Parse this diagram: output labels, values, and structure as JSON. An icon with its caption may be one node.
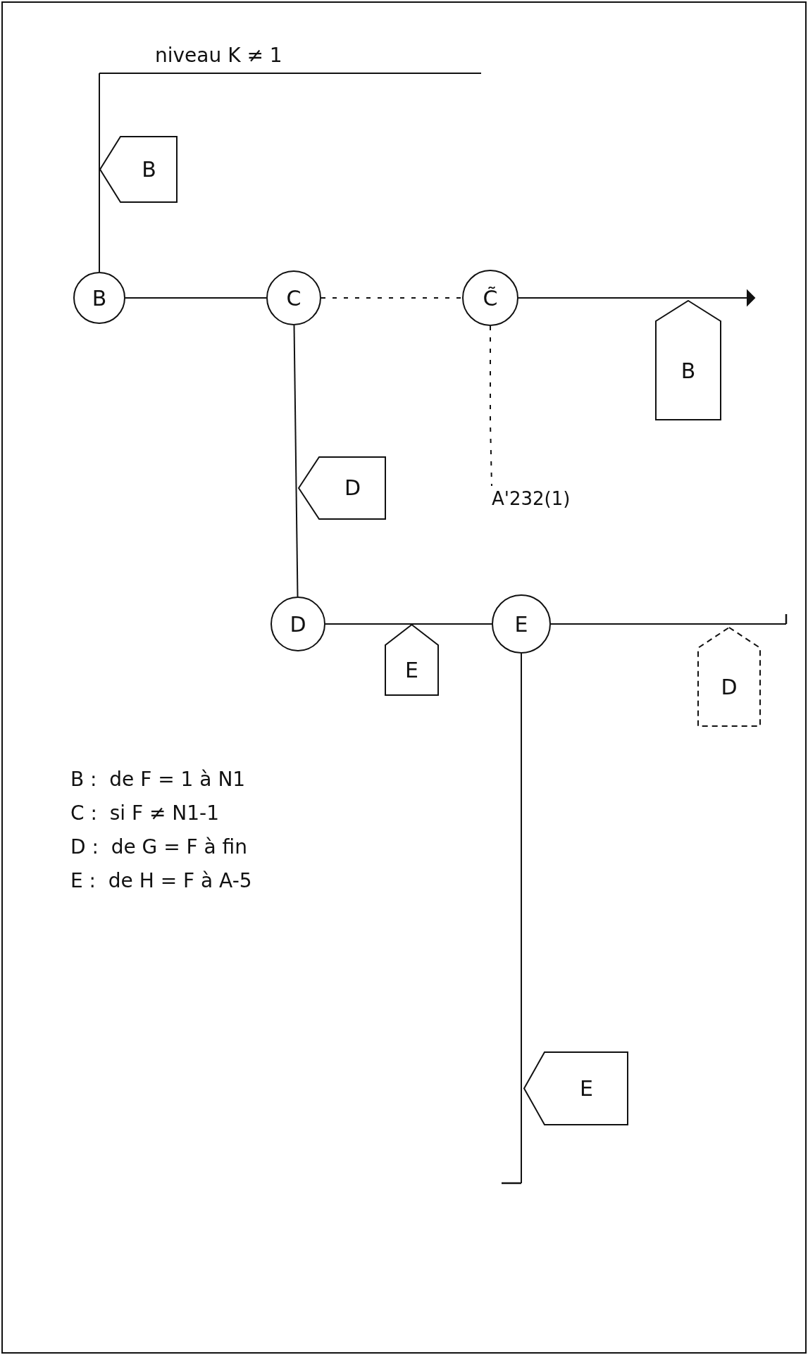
{
  "diagram": {
    "nodes": [
      {
        "text": [
          "B"
        ]
      },
      {
        "text": [
          "B"
        ]
      },
      {
        "text": [
          "C"
        ]
      },
      {
        "text": [
          "C̃"
        ]
      },
      {
        "text": [
          "B"
        ]
      },
      {
        "text": [
          "D"
        ]
      },
      {
        "text": [
          "A'232(1)"
        ]
      },
      {
        "text": [
          "D"
        ]
      },
      {
        "text": [
          "E"
        ]
      },
      {
        "text": [
          "E"
        ]
      },
      {
        "text": [
          "D"
        ]
      },
      {
        "text": [
          "E"
        ]
      }
    ],
    "edges": [
      {
        "from": null,
        "to": 1,
        "arrow": "none"
      },
      {
        "from": 1,
        "to": 2,
        "arrow": "none"
      },
      {
        "from": 2,
        "to": 3,
        "arrow": "none",
        "style": "dashed"
      },
      {
        "from": 3,
        "to": null,
        "arrow": "to"
      },
      {
        "from": 3,
        "to": 6,
        "arrow": "none",
        "style": "dashed"
      },
      {
        "from": 2,
        "to": 7,
        "arrow": "none"
      },
      {
        "from": 7,
        "to": 8,
        "arrow": "none"
      },
      {
        "from": 8,
        "to": null,
        "arrow": "other"
      },
      {
        "from": 8,
        "to": null,
        "arrow": "other"
      }
    ],
    "labels": [
      "niveau K ≠ 1",
      "B :  de F = 1 à N1",
      "C :  si F ≠ N1-1",
      "D :  de G = F à fin",
      "E :  de H = F à A-5"
    ]
  }
}
